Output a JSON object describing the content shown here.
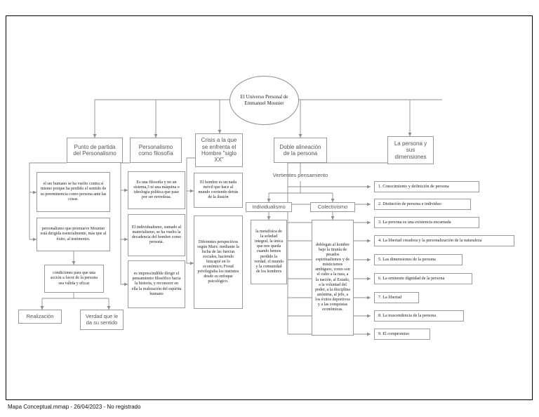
{
  "document": {
    "footer": "Mapa Conceptual.mmap - 26/04/2023 - No registrado"
  },
  "map": {
    "root": "El Universo Personal de Emmanuel Mounier",
    "branch_labels": {
      "vertientes": "Vertientes pensamiento"
    },
    "branches": [
      {
        "id": "punto-de-partida",
        "title": "Punto de partida del Personalismo",
        "children": [
          {
            "id": "ser-humano",
            "text": "el ser humano se ha vuelto contra sí mismo porque ha perdido el sentido de su preeminencia como persona ante las cosas."
          },
          {
            "id": "personalismo-mounier",
            "text": "personalismo que promueve Mounier está dirigida esencialmente, más que al éxito, al testimonio."
          },
          {
            "id": "condiciones",
            "text": "condiciones para que una acción a favor de la persona sea válida y eficaz"
          },
          {
            "id": "realizacion",
            "text": "Realización"
          },
          {
            "id": "verdad",
            "text": "Verdad que le da su sentido"
          }
        ]
      },
      {
        "id": "personalismo-filosofia",
        "title": "Personalismo como filosofía",
        "children": [
          {
            "id": "es-filosofia",
            "text": "Es una filosofía y no un sistema,3 ni una máquina o ideología política que pase por ser novedosa."
          },
          {
            "id": "individualismo-materialismo",
            "text": "El individualismo, sumado al materialismo, se ha vuelto la decadencia del hombre como persona."
          },
          {
            "id": "imprescindible",
            "text": "es imprescindible dirigir el pensamiento filosófico hacia la historia, y reconocer en ella la realización del espíritu humano"
          }
        ]
      },
      {
        "id": "crisis",
        "title": "Crisis a la que se enfrenta el Hombre \"siglo XX\"",
        "children": [
          {
            "id": "nada-movil",
            "text": "El hombre es un nada móvil que hace al mundo corriendo detrás de la ilusión"
          },
          {
            "id": "perspectivas",
            "text": "Diferentes perspectivas según Marx: mediante la lucha de las fuerzas sociales, haciendo hincapié en lo económico; Freud privilegiaba los instintos desde su enfoque psicológico."
          }
        ]
      },
      {
        "id": "doble-alineacion",
        "title": "Doble alineación de la persona",
        "children": [
          {
            "id": "individualismo",
            "text": "Individualismo"
          },
          {
            "id": "colectivismo",
            "text": "Colectivismo"
          },
          {
            "id": "metafisica-soledad",
            "text": "la metafísica de la soledad integral, la única que nos queda cuando hemos perdido la verdad, el mundo y la comunidad de los hombres"
          },
          {
            "id": "doblegan",
            "text": "doblegan al hombre bajo la tiranía de pesados espiritualismos y de misticismos ambiguos, como son el culto a la raza, a la nación, al Estado, a la voluntad del poder, a la disciplina anónima, al jefe, a los éxitos deportivos y a las conquistas económicas."
          }
        ]
      },
      {
        "id": "persona-dimensiones",
        "title": "La persona y sus dimensiones",
        "children": [
          {
            "id": "item-1",
            "text": "1. Conocimiento y definición de persona"
          },
          {
            "id": "item-2",
            "text": "2. Distinción de persona e individuo"
          },
          {
            "id": "item-3",
            "text": "3. La persona es una existencia encarnada"
          },
          {
            "id": "item-4",
            "text": "4. La libertad creadora y la personalización de la naturaleza"
          },
          {
            "id": "item-5",
            "text": "5. Las dimensiones de la persona"
          },
          {
            "id": "item-6",
            "text": "6. La eminente dignidad de la persona"
          },
          {
            "id": "item-7",
            "text": "7. La libertad"
          },
          {
            "id": "item-8",
            "text": "8. La trascendencia de la persona"
          },
          {
            "id": "item-9",
            "text": "9. El compromiso"
          }
        ]
      }
    ]
  },
  "colors": {
    "border": "#9a9a9a",
    "text_sans": "#555555",
    "text_serif": "#1a1a1a",
    "canvas_border": "#000000"
  }
}
